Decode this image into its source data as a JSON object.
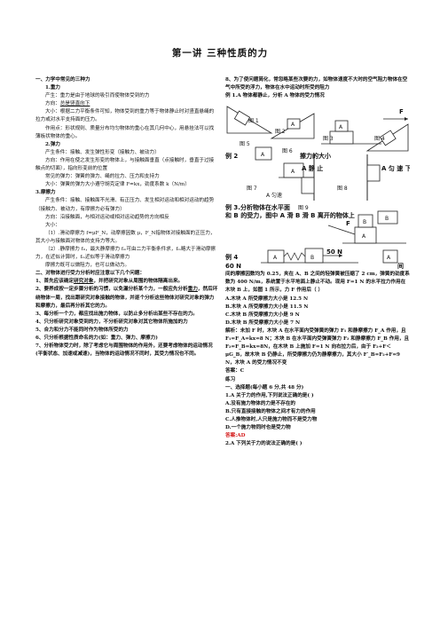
{
  "title": "第一讲    三种性质的力",
  "left": {
    "h1": "一、力学中常见的三种力",
    "h_gravity": "1.重力",
    "g_p1": "产生：重力是由于地球的吸引而使物体受到的力",
    "g_p2_a": "方向：",
    "g_p2_b": "总是竖直向下",
    "g_p3": "大小：根据二力平衡条件可知，物体受到的重力等于物体静止时对竖直悬绳的拉力或对水平支持面的压力。",
    "g_p4": "作用点：形状规则、质量分布均匀物体的重心在其几何中心，用悬挂法可以找薄板状物体的重心。",
    "h_elastic": "2.弹力",
    "e_p1": "产生条件：接触、发生弹性形变（接触力、被动力）",
    "e_p2": "方向：作用在使之发生形变的物体上，与接触面垂直（点接触时，垂直于过接触点的切面），指向形变前的位置",
    "e_p3": "常见的弹力：弹簧的弹力、绳的拉力、压力和支持力",
    "e_p4": "大小：弹簧的弹力大小遵守胡克定律 F=kx，劲度系数 k（N/m）",
    "h_friction": "3.摩擦力",
    "f_p1": "产生条件：接触、接触面不光滑、有正压力、发生相对运动和相对运动的趋势（接触力、被动力，有摩擦力必有弹力）",
    "f_p2": "方向：沿接触面，与相对运动或相对运动趋势的方向相反",
    "f_p3": "大小：",
    "f_p4": "（1）.滑动摩擦力 f=μF_N，动摩擦因数 μ，F_N指物体对接触面的正压力，其大小与接触面对物体的支持力等大。",
    "f_p5": "（2）.静摩擦力 f₀，最大静摩擦力 fₘ可由二力平衡条件求，fₘ略大于滑动摩擦力，在近似计算时，fₘ近似等于滑动摩擦力",
    "f_p6": "摩擦力既可以做阻力，也可以做动力。",
    "h2": "二、对物体进行受力分析时应注意以下几个问题：",
    "n1_a": "1、首先应该确定",
    "n1_b": "研究对象",
    "n1_c": "，并把研究对象从周围的物体隔离出来。",
    "n2_a": "2、要养成按一定步骤分析的习惯，以免漏分析某个力，一般应先分析",
    "n2_b": "重力",
    "n2_c": "，然后环绕物体一周，找出跟研究对象接触的物体，并逐个分析这些物体对研究对象的弹力和摩擦力，最后再分析其它的力。",
    "n3": "3、每分析一个力，都应找出施力物体，以防止多分析出某些不存在的力。",
    "n4": "4、只分析研究对象受到的力，不分析研究对象对其它物体所施加的力",
    "n5": "5、合力和分力不能同时作为物体所受的力",
    "n6": "6、只分析根据性质命名的力(如：重力、弹力、摩擦力)",
    "n7": "7、分析物体受力时，除了考虑它与周围物体的作用外，还要考虑物体的运动情况(平衡状态、加速或减速)，当物体的运动情况不同时，其受力情况也不同。"
  },
  "right": {
    "p8": "8、为了使问题简化，常忽略某些次要的力，如物体速度不大时的空气阻力物体在空气中所受的浮力，物体在水中运动时所受的阻力",
    "ex1": "例 1.A 物体都静止，分析 A 物体的受力情况",
    "fig": {
      "fig1": "图 1",
      "fig2": "图 2",
      "fig3": "图 3",
      "fig4": "图 4",
      "fig5": "图 5",
      "fig6": "图 6",
      "fig7": "图 7",
      "fig8": "图 8",
      "fig9": "图 9",
      "A": "A",
      "B": "B",
      "F": "F",
      "ex2_prefix": "例 2",
      "ex2_suffix": "擦力的大小",
      "vertical_a": "A 静 止",
      "vertical_b": "A 匀 速 下 滑",
      "uniform": "A 匀速",
      "ex5": "例 3.分析物体在水平面",
      "ex5_mid": "和 B 的受力，图中 A 滑 B 滑 B 离开的物体上",
      "ex4_label": "例 4",
      "force_50": "50 N",
      "force_60": "60 N",
      "water": "间"
    },
    "ex4_p1": "间的摩擦因数均为 0.25，夹在 A、B 之间的轻弹簧被压缩了 2 cm，弹簧的劲度系数为 400 N/m，系统置于水平地面上静止不动。现用 F=1 N 的水平拉力作用在木块 B 上，如图 1 所示，力 F 作用后（    ）",
    "opt_a": "A.木块 A 所受摩擦力大小是 12.5 N",
    "opt_b": "B.木块 A 所受摩擦力大小是 11.5 N",
    "opt_c": "C.木块 B 所受摩擦力大小是 9 N",
    "opt_d": "D.木块 B 所受摩擦力大小是 7 N",
    "analysis": "解析：未加 F 时，木块 A 在水平面内受弹簧的弹力 F₁ 和静摩擦力 F_A 作用，且 F₁=F_A=kx=8 N；木块 B 在水平面内受弹簧弹力 F₂ 和静摩擦力 F_B 作用，且 F₂=F_B=kx=8N，在木块 B 上施加 F=1 N 向右拉力后，由于 F₂+F＜μG_B，故木块 B 仍静止，所受摩擦力仍为静摩擦力，其大小 F′_B=F₂+F=9 N，木块 A 的受力情况不变",
    "answer": "答案：C",
    "practice": "练习",
    "q_head": "一、选择题(每小题 6 分,共 48 分)",
    "q1": "1.A 关于力的作用,下列说法正确的是(          )",
    "q1a": "A.没有施力物体的力是不存在的",
    "q1b": "B.只有直接接触的物体之间才有力的作用",
    "q1c": "C.人推物体时,人只是施力物而不是受力物",
    "q1d": "D.一个施力物同时也是受力物",
    "ans1": "答案:AD",
    "q2": "2.A 下列关于力的说法正确的是(          )"
  }
}
